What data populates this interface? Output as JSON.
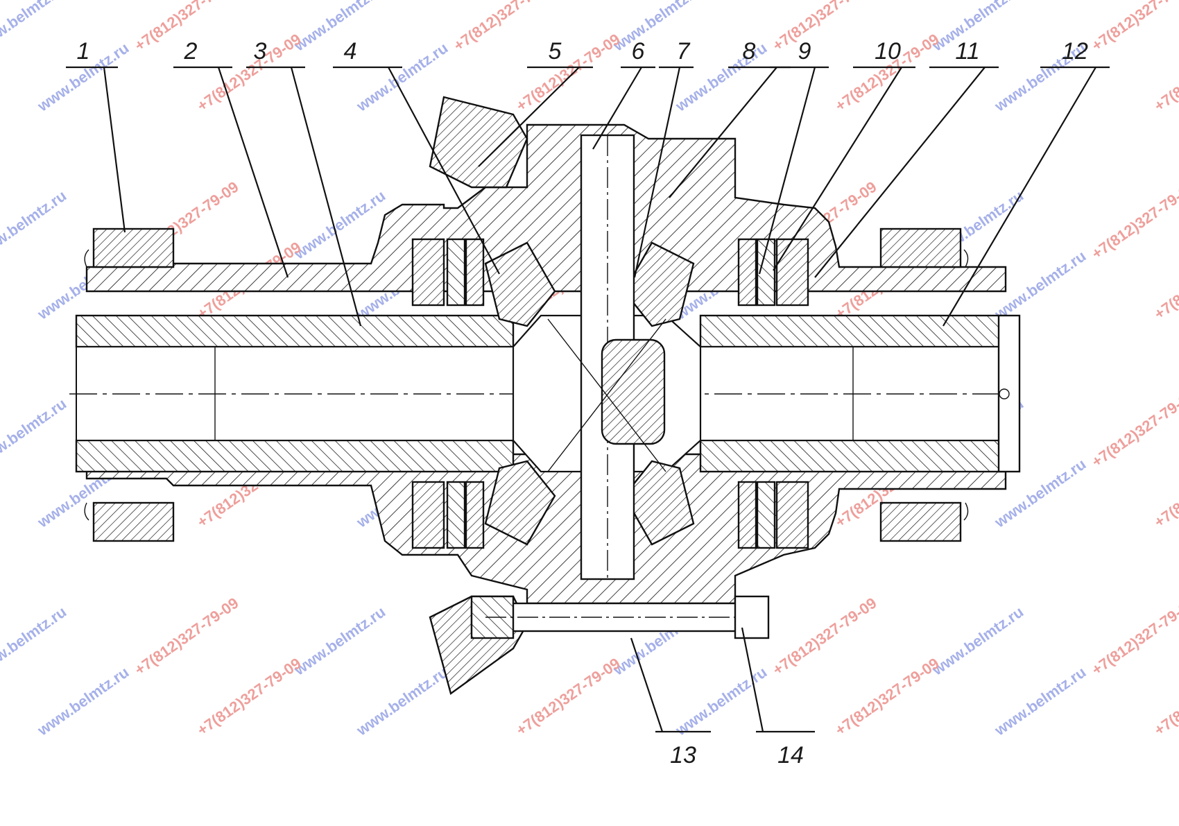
{
  "drawing": {
    "callouts": [
      {
        "label": "1"
      },
      {
        "label": "2"
      },
      {
        "label": "3"
      },
      {
        "label": "4"
      },
      {
        "label": "5"
      },
      {
        "label": "6"
      },
      {
        "label": "7"
      },
      {
        "label": "8"
      },
      {
        "label": "9"
      },
      {
        "label": "10"
      },
      {
        "label": "11"
      },
      {
        "label": "12"
      },
      {
        "label": "13"
      },
      {
        "label": "14"
      }
    ],
    "watermarks": [
      "www.belmtz.ru",
      "+7(812)327-79-09"
    ],
    "colors": {
      "ink": "#111111",
      "watermark_blue": "#5b6fd8",
      "watermark_red": "#e0504a"
    }
  }
}
